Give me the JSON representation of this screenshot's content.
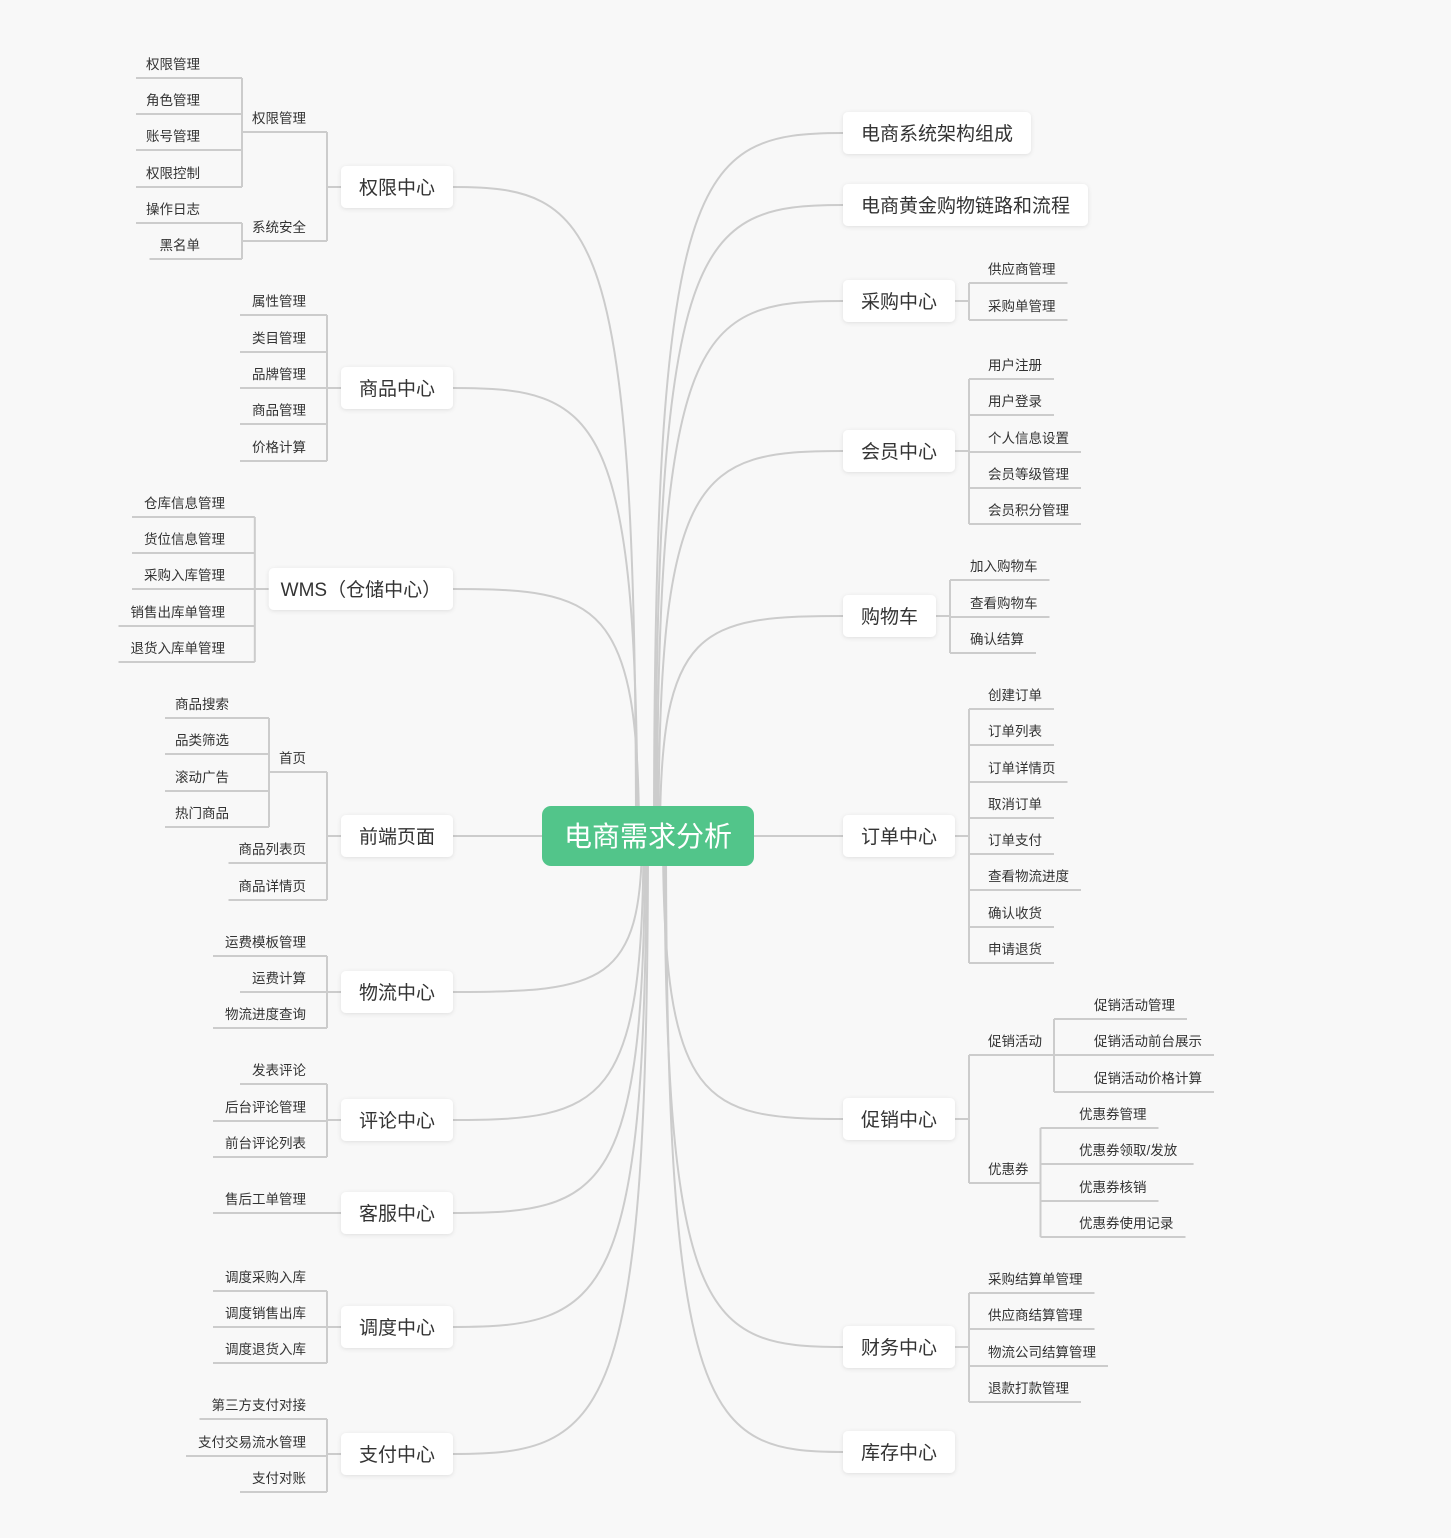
{
  "root": {
    "label": "电商需求分析",
    "color": "#52c58a"
  },
  "theme": {
    "line": "#cccccc",
    "card": "#ffffff",
    "text": "#333333"
  },
  "left": [
    {
      "label": "权限中心",
      "children": [
        {
          "label": "权限管理",
          "children": [
            {
              "label": "权限管理"
            },
            {
              "label": "角色管理"
            },
            {
              "label": "账号管理"
            },
            {
              "label": "权限控制"
            }
          ]
        },
        {
          "label": "系统安全",
          "children": [
            {
              "label": "操作日志"
            },
            {
              "label": "黑名单"
            }
          ]
        }
      ]
    },
    {
      "label": "商品中心",
      "children": [
        {
          "label": "属性管理"
        },
        {
          "label": "类目管理"
        },
        {
          "label": "品牌管理"
        },
        {
          "label": "商品管理"
        },
        {
          "label": "价格计算"
        }
      ]
    },
    {
      "label": "WMS（仓储中心）",
      "children": [
        {
          "label": "仓库信息管理"
        },
        {
          "label": "货位信息管理"
        },
        {
          "label": "采购入库管理"
        },
        {
          "label": "销售出库单管理"
        },
        {
          "label": "退货入库单管理"
        }
      ]
    },
    {
      "label": "前端页面",
      "children": [
        {
          "label": "首页",
          "children": [
            {
              "label": "商品搜索"
            },
            {
              "label": "品类筛选"
            },
            {
              "label": "滚动广告"
            },
            {
              "label": "热门商品"
            }
          ]
        },
        {
          "label": "商品列表页"
        },
        {
          "label": "商品详情页"
        }
      ]
    },
    {
      "label": "物流中心",
      "children": [
        {
          "label": "运费模板管理"
        },
        {
          "label": "运费计算"
        },
        {
          "label": "物流进度查询"
        }
      ]
    },
    {
      "label": "评论中心",
      "children": [
        {
          "label": "发表评论"
        },
        {
          "label": "后台评论管理"
        },
        {
          "label": "前台评论列表"
        }
      ]
    },
    {
      "label": "客服中心",
      "children": [
        {
          "label": "售后工单管理"
        }
      ]
    },
    {
      "label": "调度中心",
      "children": [
        {
          "label": "调度采购入库"
        },
        {
          "label": "调度销售出库"
        },
        {
          "label": "调度退货入库"
        }
      ]
    },
    {
      "label": "支付中心",
      "children": [
        {
          "label": "第三方支付对接"
        },
        {
          "label": "支付交易流水管理"
        },
        {
          "label": "支付对账"
        }
      ]
    }
  ],
  "right": [
    {
      "label": "电商系统架构组成"
    },
    {
      "label": "电商黄金购物链路和流程"
    },
    {
      "label": "采购中心",
      "children": [
        {
          "label": "供应商管理"
        },
        {
          "label": "采购单管理"
        }
      ]
    },
    {
      "label": "会员中心",
      "children": [
        {
          "label": "用户注册"
        },
        {
          "label": "用户登录"
        },
        {
          "label": "个人信息设置"
        },
        {
          "label": "会员等级管理"
        },
        {
          "label": "会员积分管理"
        }
      ]
    },
    {
      "label": "购物车",
      "children": [
        {
          "label": "加入购物车"
        },
        {
          "label": "查看购物车"
        },
        {
          "label": "确认结算"
        }
      ]
    },
    {
      "label": "订单中心",
      "children": [
        {
          "label": "创建订单"
        },
        {
          "label": "订单列表"
        },
        {
          "label": "订单详情页"
        },
        {
          "label": "取消订单"
        },
        {
          "label": "订单支付"
        },
        {
          "label": "查看物流进度"
        },
        {
          "label": "确认收货"
        },
        {
          "label": "申请退货"
        }
      ]
    },
    {
      "label": "促销中心",
      "children": [
        {
          "label": "促销活动",
          "children": [
            {
              "label": "促销活动管理"
            },
            {
              "label": "促销活动前台展示"
            },
            {
              "label": "促销活动价格计算"
            }
          ]
        },
        {
          "label": "优惠券",
          "children": [
            {
              "label": "优惠券管理"
            },
            {
              "label": "优惠券领取/发放"
            },
            {
              "label": "优惠券核销"
            },
            {
              "label": "优惠券使用记录"
            }
          ]
        }
      ]
    },
    {
      "label": "财务中心",
      "children": [
        {
          "label": "采购结算单管理"
        },
        {
          "label": "供应商结算管理"
        },
        {
          "label": "物流公司结算管理"
        },
        {
          "label": "退款打款管理"
        }
      ]
    },
    {
      "label": "库存中心"
    }
  ]
}
